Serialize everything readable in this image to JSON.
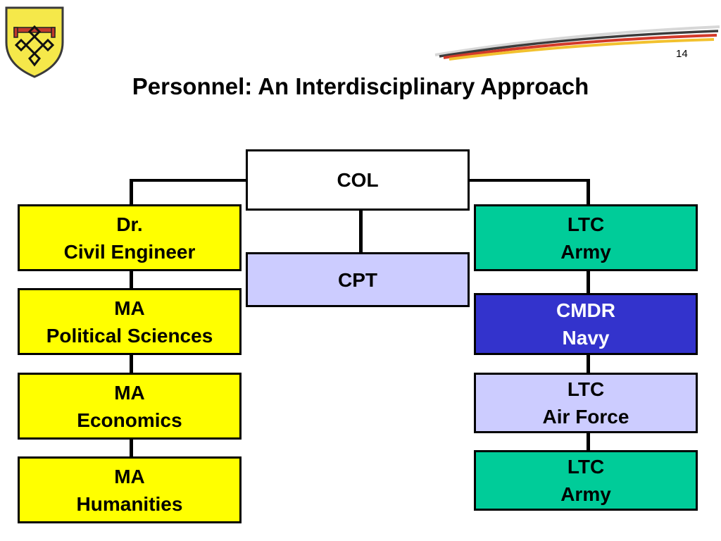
{
  "slide": {
    "title": "Personnel: An Interdisciplinary Approach",
    "page_number": "14"
  },
  "org_chart": {
    "root": {
      "line1": "COL"
    },
    "center": {
      "line1": "CPT"
    },
    "left": [
      {
        "line1": "Dr.",
        "line2": "Civil Engineer"
      },
      {
        "line1": "MA",
        "line2": "Political Sciences"
      },
      {
        "line1": "MA",
        "line2": "Economics"
      },
      {
        "line1": "MA",
        "line2": "Humanities"
      }
    ],
    "right": [
      {
        "line1": "LTC",
        "line2": "Army"
      },
      {
        "line1": "CMDR",
        "line2": "Navy"
      },
      {
        "line1": "LTC",
        "line2": "Air Force"
      },
      {
        "line1": "LTC",
        "line2": "Army"
      }
    ]
  },
  "colors": {
    "academic_yellow": "#ffff00",
    "army_teal": "#00cc99",
    "navy_blue": "#3333cc",
    "light_lavender": "#ccccff",
    "connector": "#000000"
  },
  "icons": {
    "logo": "coat-of-arms-shield-icon",
    "decoration": "flag-swoosh-icon"
  }
}
